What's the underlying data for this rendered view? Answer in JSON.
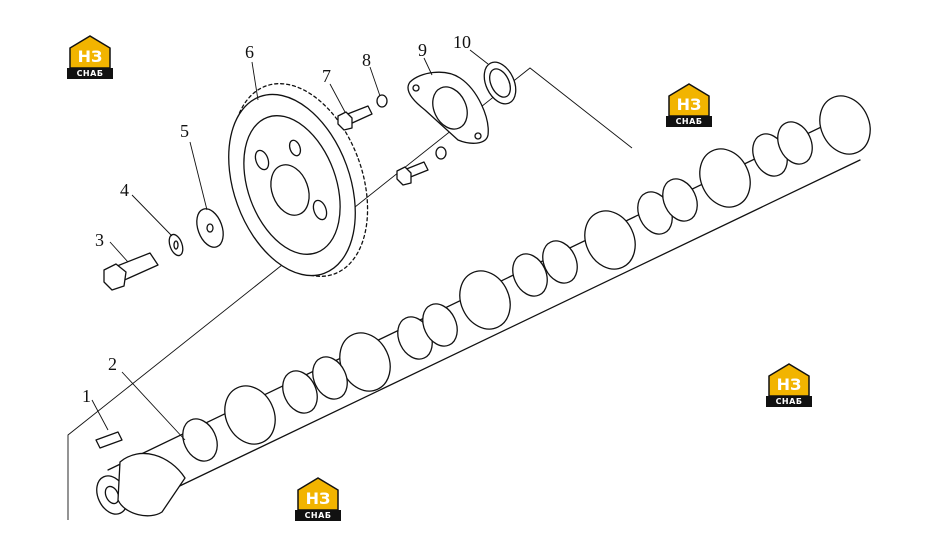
{
  "callouts": [
    {
      "id": "1",
      "label": "1"
    },
    {
      "id": "2",
      "label": "2"
    },
    {
      "id": "3",
      "label": "3"
    },
    {
      "id": "4",
      "label": "4"
    },
    {
      "id": "5",
      "label": "5"
    },
    {
      "id": "6",
      "label": "6"
    },
    {
      "id": "7",
      "label": "7"
    },
    {
      "id": "8",
      "label": "8"
    },
    {
      "id": "9",
      "label": "9"
    },
    {
      "id": "10",
      "label": "10"
    }
  ],
  "watermark": {
    "mark": "НЗ",
    "text": "СНАБ",
    "colors": {
      "house": "#f2b400",
      "band": "#111111"
    }
  }
}
